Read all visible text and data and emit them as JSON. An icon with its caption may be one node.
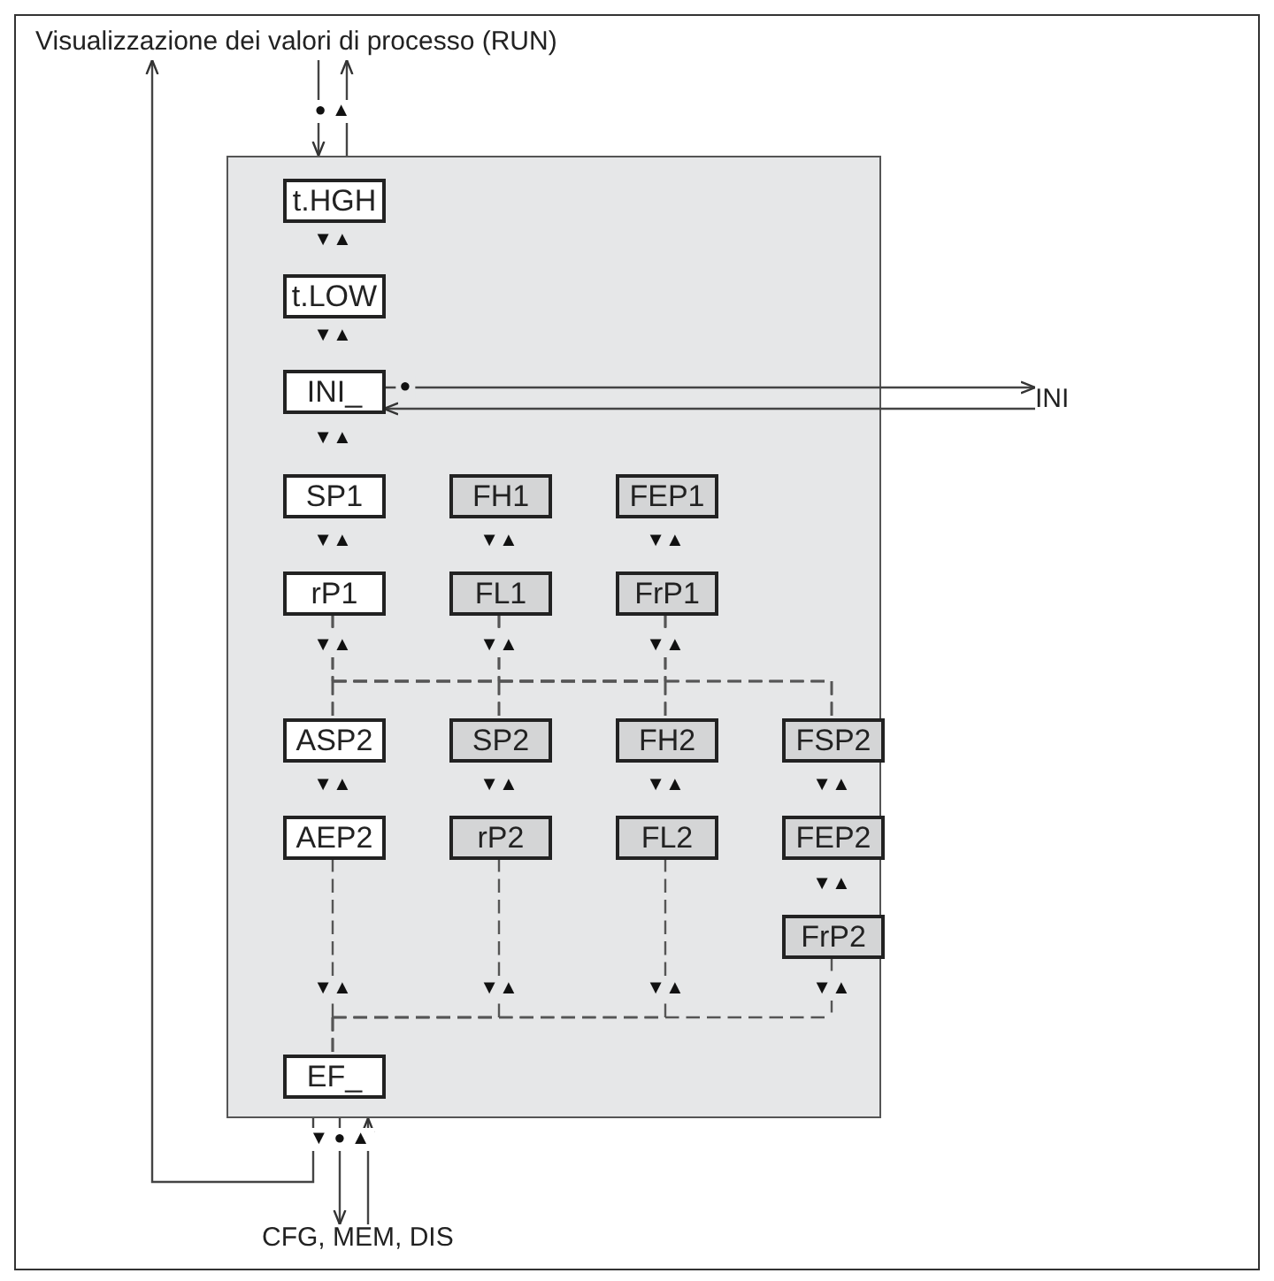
{
  "diagram": {
    "nodes": [
      {
        "text": [
          "Visualizzazione dei valori di processo (RUN)"
        ]
      },
      {
        "text": [],
        "shape": "box"
      },
      {
        "text": [
          "t.HGH"
        ],
        "in": 1
      },
      {
        "text": [
          "t.LOW"
        ],
        "in": 1
      },
      {
        "text": [
          "INI_"
        ],
        "in": 1
      },
      {
        "text": [
          "SP1"
        ],
        "in": 1
      },
      {
        "text": [
          "FH1"
        ],
        "in": 1
      },
      {
        "text": [
          "FEP1"
        ],
        "in": 1
      },
      {
        "text": [
          "rP1"
        ],
        "in": 1
      },
      {
        "text": [
          "FL1"
        ],
        "in": 1
      },
      {
        "text": [
          "FrP1"
        ],
        "in": 1
      },
      {
        "text": [
          "ASP2"
        ],
        "in": 1
      },
      {
        "text": [
          "SP2"
        ],
        "in": 1
      },
      {
        "text": [
          "FH2"
        ],
        "in": 1
      },
      {
        "text": [
          "FSP2"
        ],
        "in": 1
      },
      {
        "text": [
          "AEP2"
        ],
        "in": 1
      },
      {
        "text": [
          "rP2"
        ],
        "in": 1
      },
      {
        "text": [
          "FL2"
        ],
        "in": 1
      },
      {
        "text": [
          "FEP2"
        ],
        "in": 1
      },
      {
        "text": [
          "FrP2"
        ],
        "in": 1
      },
      {
        "text": [
          "EF_"
        ],
        "in": 1
      },
      {
        "text": [
          "INI"
        ]
      },
      {
        "text": [
          "CFG, MEM, DIS"
        ]
      }
    ],
    "edges": [
      {
        "from": 0,
        "to": 1,
        "arrow": "to"
      },
      {
        "from": 1,
        "to": 0,
        "arrow": "to"
      },
      {
        "from": 1,
        "to": 0,
        "arrow": "to"
      },
      {
        "from": 4,
        "to": 21,
        "arrow": "to"
      },
      {
        "from": 21,
        "to": 4,
        "arrow": "to"
      },
      {
        "from": 8,
        "to": 11,
        "arrow": "none",
        "style": "dashed"
      },
      {
        "from": 8,
        "to": 12,
        "arrow": "none",
        "style": "dashed"
      },
      {
        "from": 8,
        "to": 13,
        "arrow": "none",
        "style": "dashed"
      },
      {
        "from": 8,
        "to": 14,
        "arrow": "none",
        "style": "dashed"
      },
      {
        "from": 9,
        "to": 11,
        "arrow": "none",
        "style": "dashed"
      },
      {
        "from": 9,
        "to": 12,
        "arrow": "none",
        "style": "dashed"
      },
      {
        "from": 9,
        "to": 13,
        "arrow": "none",
        "style": "dashed"
      },
      {
        "from": 9,
        "to": 14,
        "arrow": "none",
        "style": "dashed"
      },
      {
        "from": 10,
        "to": 11,
        "arrow": "none",
        "style": "dashed"
      },
      {
        "from": 10,
        "to": 12,
        "arrow": "none",
        "style": "dashed"
      },
      {
        "from": 10,
        "to": 13,
        "arrow": "none",
        "style": "dashed"
      },
      {
        "from": 10,
        "to": 14,
        "arrow": "none",
        "style": "dashed"
      },
      {
        "from": 15,
        "to": 20,
        "arrow": "none",
        "style": "dashed"
      },
      {
        "from": 16,
        "to": 20,
        "arrow": "none",
        "style": "dashed"
      },
      {
        "from": 17,
        "to": 20,
        "arrow": "none",
        "style": "dashed"
      },
      {
        "from": 19,
        "to": 20,
        "arrow": "none",
        "style": "dashed"
      },
      {
        "from": 1,
        "to": 22,
        "arrow": "to"
      },
      {
        "from": 22,
        "to": 1,
        "arrow": "to"
      }
    ],
    "labels": [
      "● ▲",
      "▼▲",
      "▼▲",
      "▼▲",
      "●",
      "▼▲",
      "▼▲",
      "▼▲",
      "▼▲",
      "▼▲",
      "▼▲",
      "▼▲",
      "▼▲",
      "▼▲",
      "▼▲",
      "▼▲",
      "▼▲",
      "▼▲",
      "▼▲",
      "▼▲",
      "▼ ● ▲"
    ]
  }
}
